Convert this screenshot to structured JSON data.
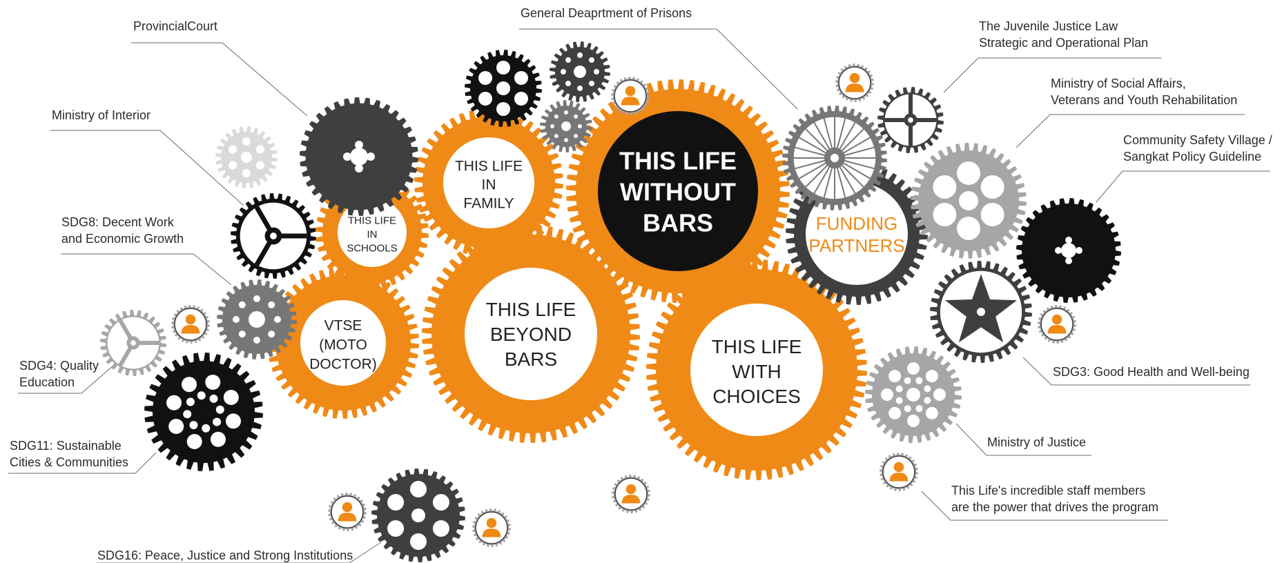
{
  "colors": {
    "orange": "#EF8A17",
    "dark": "#3F3F3F",
    "black": "#111111",
    "mid_gray": "#777777",
    "light_gray": "#A6A6A6",
    "pale_gray": "#DADADA",
    "line": "#6A6A6A"
  },
  "gears": {
    "without_bars": {
      "lines": [
        "THIS LIFE",
        "WITHOUT",
        "BARS"
      ]
    },
    "in_family": {
      "lines": [
        "THIS LIFE",
        "IN",
        "FAMILY"
      ]
    },
    "in_schools": {
      "lines": [
        "THIS LIFE",
        "IN",
        "SCHOOLS"
      ]
    },
    "beyond_bars": {
      "lines": [
        "THIS LIFE",
        "BEYOND",
        "BARS"
      ]
    },
    "with_choices": {
      "lines": [
        "THIS LIFE",
        "WITH",
        "CHOICES"
      ]
    },
    "vtse": {
      "lines": [
        "VTSE",
        "(MOTO",
        "DOCTOR)"
      ]
    },
    "funding": {
      "lines": [
        "FUNDING",
        "PARTNERS"
      ]
    }
  },
  "labels": {
    "provincial_court": [
      "ProvincialCourt"
    ],
    "prisons": [
      "General Deaprtment of Prisons"
    ],
    "juvenile": [
      "The Juvenile Justice Law",
      "Strategic and Operational Plan"
    ],
    "social_affairs": [
      "Ministry of Social Affairs,",
      "Veterans and Youth Rehabilitation"
    ],
    "community": [
      "Community Safety Village /",
      "Sangkat Policy Guideline"
    ],
    "interior": [
      "Ministry of Interior"
    ],
    "sdg8": [
      "SDG8: Decent Work",
      "and Economic Growth"
    ],
    "sdg4": [
      "SDG4: Quality",
      "Education"
    ],
    "sdg11": [
      "SDG11: Sustainable",
      "Cities & Communities"
    ],
    "sdg16": [
      "SDG16: Peace, Justice and Strong Institutions"
    ],
    "sdg3": [
      "SDG3: Good Health and Well-being"
    ],
    "justice": [
      "Ministry of Justice"
    ],
    "staff": [
      "This Life's incredible staff members",
      "are the power that drives the program"
    ]
  },
  "icons": {
    "person": "person-icon"
  }
}
